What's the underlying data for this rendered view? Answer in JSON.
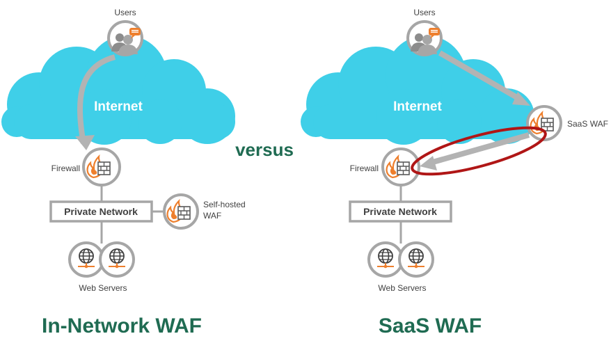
{
  "left": {
    "users_label": "Users",
    "cloud_label": "Internet",
    "firewall_label": "Firewall",
    "private_network_label": "Private Network",
    "waf_label_line1": "Self-hosted",
    "waf_label_line2": "WAF",
    "web_servers_label": "Web Servers",
    "title": "In-Network WAF"
  },
  "center": {
    "versus_label": "versus"
  },
  "right": {
    "users_label": "Users",
    "cloud_label": "Internet",
    "saas_waf_label": "SaaS WAF",
    "firewall_label": "Firewall",
    "private_network_label": "Private Network",
    "web_servers_label": "Web Servers",
    "title": "SaaS WAF"
  },
  "colors": {
    "cloud": "#3fcfe8",
    "node_ring": "#a6a6a6",
    "arrow": "#b3b3b3",
    "flame": "#ee7f2d",
    "title_green": "#1f6b52",
    "highlight_ellipse": "#b01616"
  }
}
